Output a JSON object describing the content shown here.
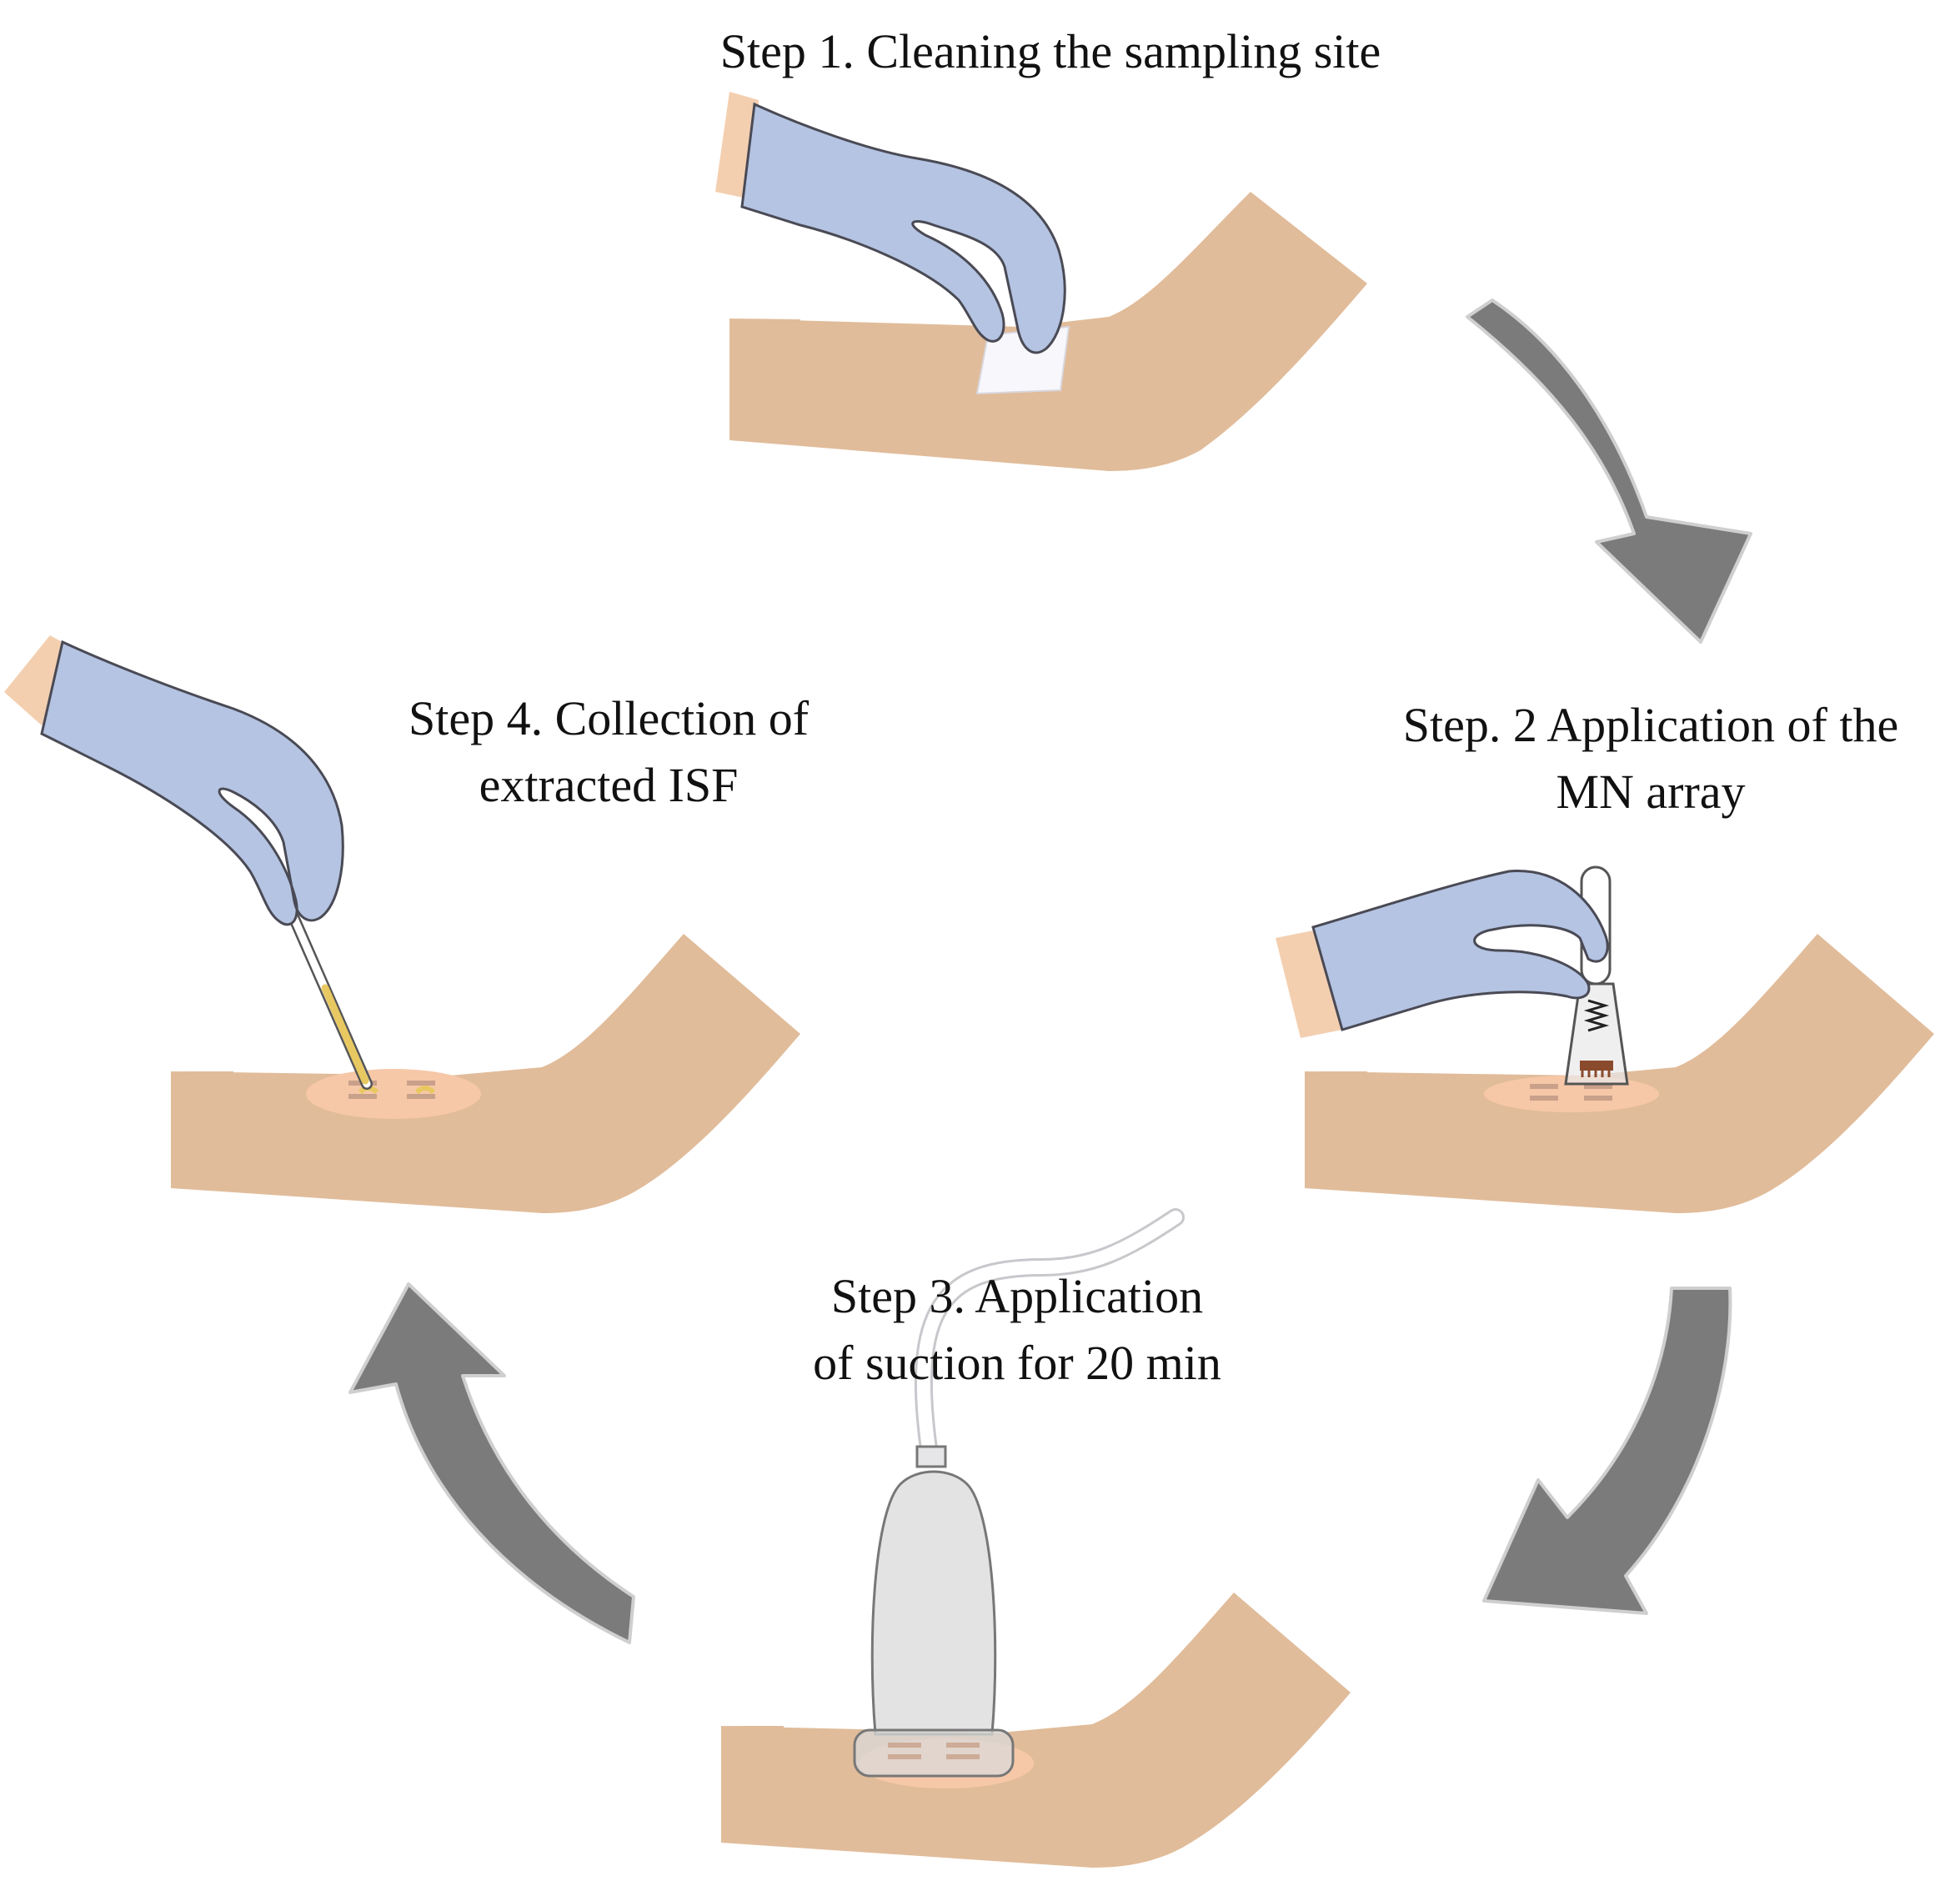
{
  "steps": [
    {
      "lines": [
        "Step 1. Cleaning the sampling site"
      ]
    },
    {
      "lines": [
        "Step. 2 Application of the",
        "MN array"
      ]
    },
    {
      "lines": [
        "Step 3. Application",
        "of suction for 20 min"
      ]
    },
    {
      "lines": [
        "Step 4. Collection of",
        "extracted ISF"
      ]
    }
  ],
  "colors": {
    "skin": "#e1bc9a",
    "skin_light": "#f3cfb0",
    "glove": "#b4c4e2",
    "glove_outline": "#4a4a55",
    "arrow": "#7b7b7b",
    "site": "#f6c8a8",
    "device": "#d9d9d9"
  }
}
